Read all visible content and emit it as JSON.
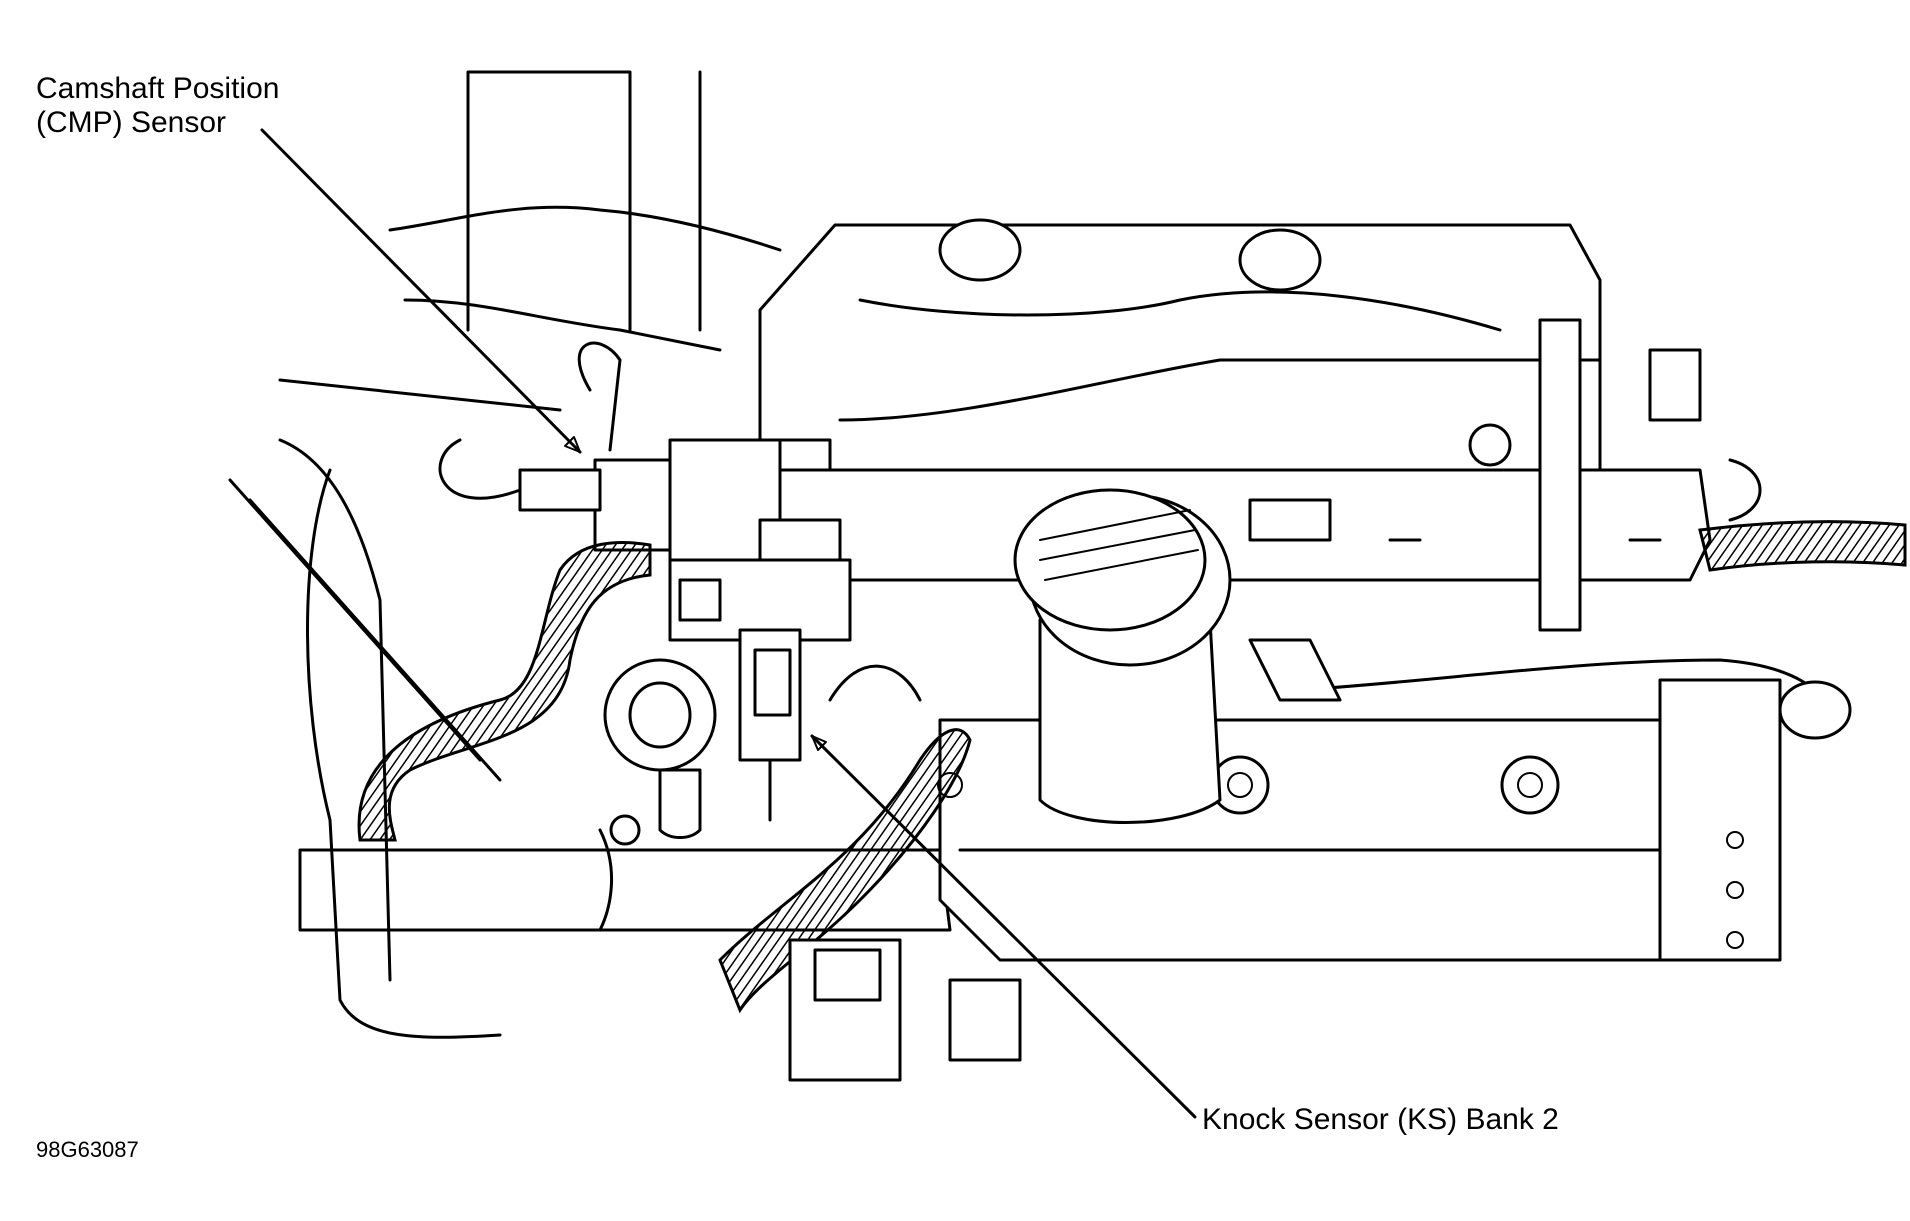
{
  "labels": {
    "cmp_sensor_line1": "Camshaft Position",
    "cmp_sensor_line2": "(CMP) Sensor",
    "knock_sensor": "Knock Sensor (KS) Bank 2",
    "figure_id": "98G63087"
  },
  "colors": {
    "ink": "#000000",
    "paper": "#ffffff"
  }
}
